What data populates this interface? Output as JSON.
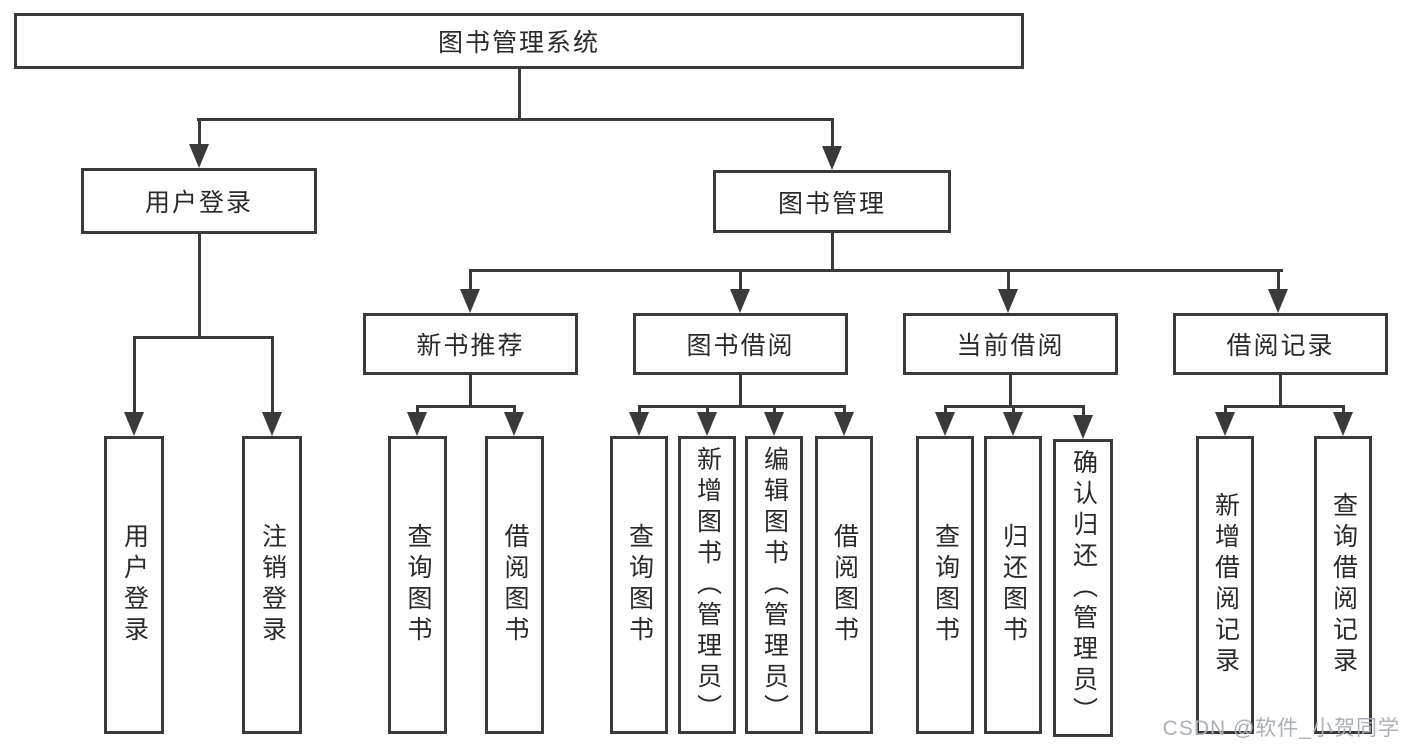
{
  "diagram": {
    "root": {
      "label": "图书管理系统"
    },
    "login": {
      "label": "用户登录",
      "children": [
        {
          "label": "用户登录"
        },
        {
          "label": "注销登录"
        }
      ]
    },
    "management": {
      "label": "图书管理",
      "sections": [
        {
          "label": "新书推荐",
          "children": [
            {
              "label": "查询图书"
            },
            {
              "label": "借阅图书"
            }
          ]
        },
        {
          "label": "图书借阅",
          "children": [
            {
              "label": "查询图书"
            },
            {
              "label": "新增图书（管理员）"
            },
            {
              "label": "编辑图书（管理员）"
            },
            {
              "label": "借阅图书"
            }
          ]
        },
        {
          "label": "当前借阅",
          "children": [
            {
              "label": "查询图书"
            },
            {
              "label": "归还图书"
            },
            {
              "label": "确认归还（管理员）"
            }
          ]
        },
        {
          "label": "借阅记录",
          "children": [
            {
              "label": "新增借阅记录"
            },
            {
              "label": "查询借阅记录"
            }
          ]
        }
      ]
    },
    "watermark": "CSDN @软件_小贺同学",
    "colors": {
      "line": "#3a3a3a",
      "text": "#2a2a2a",
      "background": "#ffffff",
      "watermark": "#aab0b6"
    }
  }
}
